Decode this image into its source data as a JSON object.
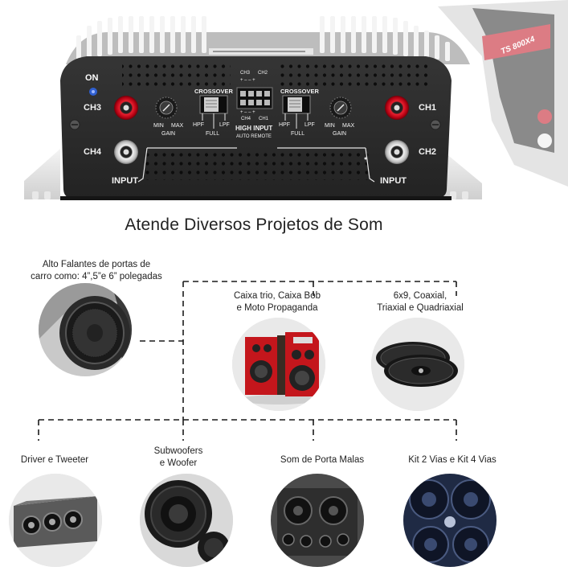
{
  "amplifier": {
    "on_label": "ON",
    "ch3": "CH3",
    "ch4": "CH4",
    "ch1": "CH1",
    "ch2": "CH2",
    "input_left": "INPUT",
    "input_right": "INPUT",
    "crossover_left": "CROSSOVER",
    "crossover_right": "CROSSOVER",
    "hpf": "HPF",
    "lpf": "LPF",
    "full": "FULL",
    "min": "MIN",
    "max": "MAX",
    "gain": "GAIN",
    "high_input": "HIGH INPUT",
    "auto_remote": "AUTO REMOTE",
    "pins_top_left": "CH3",
    "pins_top_right": "CH2",
    "pins_bottom_left": "CH4",
    "pins_bottom_right": "CH1",
    "plus_minus_top": "+  –  –  +",
    "plus_minus_bottom": "+  –  –  +",
    "model": "TS 800X4"
  },
  "headline": "Atende Diversos Projetos de Som",
  "categories": {
    "door_speakers": "Alto Falantes de portas de carro como: 4\",5\"e 6\" polegadas",
    "door_speakers_line1": "Alto Falantes de portas de",
    "door_speakers_line2": "carro como: 4”,5”e 6” polegadas",
    "trio_line1": "Caixa trio, Caixa Bob",
    "trio_line2": "e Moto Propaganda",
    "coaxial_line1": "6x9, Coaxial,",
    "coaxial_line2": "Triaxial e Quadriaxial",
    "driver": "Driver e Tweeter",
    "subwoofer_line1": "Subwoofers",
    "subwoofer_line2": "e Woofer",
    "trunk": "Som de Porta Malas",
    "kit": "Kit 2 Vias e Kit 4 Vias"
  },
  "colors": {
    "amp_body": "#2b2b2b",
    "fins": "#d9d9d9",
    "rca_red": "#d0021b",
    "on_led": "#2f5fd0",
    "dash": "#1a1a1a"
  }
}
